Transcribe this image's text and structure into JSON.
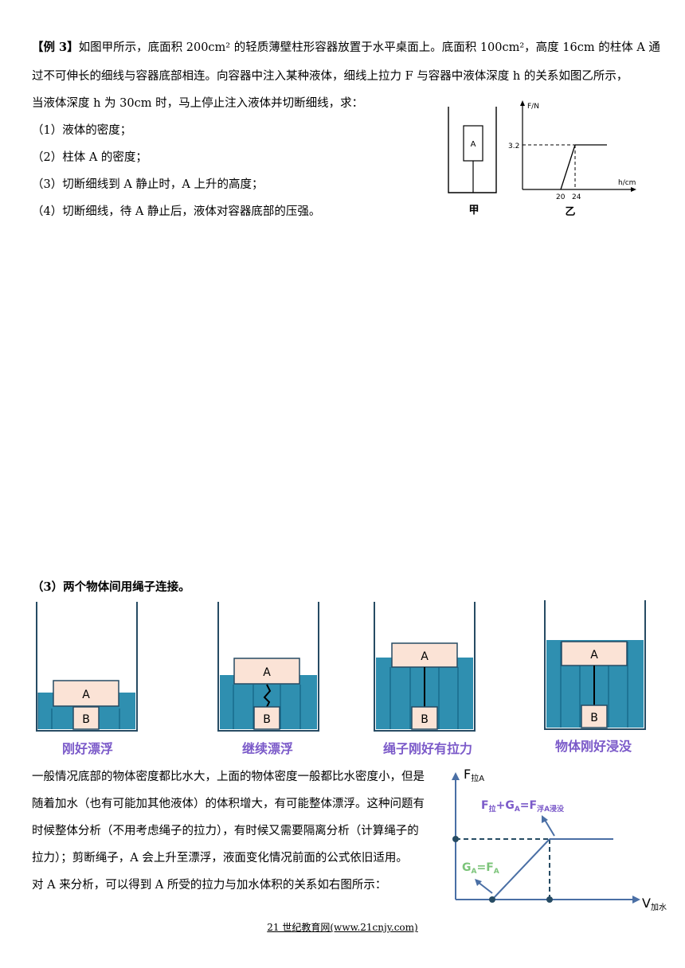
{
  "example": {
    "tag": "【例 3】",
    "line1": "如图甲所示，底面积 200cm² 的轻质薄壁柱形容器放置于水平桌面上。底面积 100cm²，高度 16cm 的柱体 A 通",
    "line2": "过不可伸长的细线与容器底部相连。向容器中注入某种液体，细线上拉力 F 与容器中液体深度 h 的关系如图乙所示，",
    "line3": "当液体深度 h 为 30cm 时，马上停止注入液体并切断细线，求：",
    "q1": "（1）液体的密度；",
    "q2": "（2）柱体 A 的密度；",
    "q3": "（3）切断细线到 A 静止时，A 上升的高度；",
    "q4": "（4）切断细线，待 A 静止后，液体对容器底部的压强。"
  },
  "figure_jia": {
    "block_label": "A",
    "caption": "甲"
  },
  "figure_yi": {
    "caption": "乙",
    "y_axis": "F/N",
    "x_axis": "h/cm",
    "y_tick": "3.2",
    "x_ticks": [
      "20",
      "24"
    ]
  },
  "section": {
    "title": "（3）两个物体间用绳子连接。"
  },
  "stages": [
    {
      "top_label": "A",
      "bottom_label": "B",
      "caption": "刚好漂浮"
    },
    {
      "top_label": "A",
      "bottom_label": "B",
      "caption": "继续漂浮"
    },
    {
      "top_label": "A",
      "bottom_label": "B",
      "caption": "绳子刚好有拉力"
    },
    {
      "top_label": "A",
      "bottom_label": "B",
      "caption": "物体刚好浸没"
    }
  ],
  "explanation": {
    "l1": "一般情况底部的物体密度都比水大，上面的物体密度一般都比水密度小，但是",
    "l2": "随着加水（也有可能加其他液体）的体积增大，有可能整体漂浮。这种问题有",
    "l3": "时候整体分析（不用考虑绳子的拉力），有时候又需要隔离分析（计算绳子的",
    "l4": "拉力）；剪断绳子，A 会上升至漂浮，液面变化情况前面的公式依旧适用。",
    "l5": "对 A 来分析，可以得到 A 所受的拉力与加水体积的关系如右图所示："
  },
  "force_graph": {
    "y_main": "F",
    "y_sub": "拉A",
    "x_main": "V",
    "x_sub": "加水",
    "eq1_a": "F",
    "eq1_a_sub": "拉",
    "eq1_b": "+G",
    "eq1_b_sub": "A",
    "eq1_c": "=F",
    "eq1_c_sub": "浮A浸没",
    "eq2_a": "G",
    "eq2_a_sub": "A",
    "eq2_b": "=F",
    "eq2_b_sub": "A",
    "colors": {
      "line": "#4a6fa5",
      "green": "#7cc47a",
      "purple": "#7b5ac9",
      "water": "#2f8fb0"
    }
  },
  "footer": {
    "text": "21 世纪教育网(www.21cnjy.com)"
  }
}
